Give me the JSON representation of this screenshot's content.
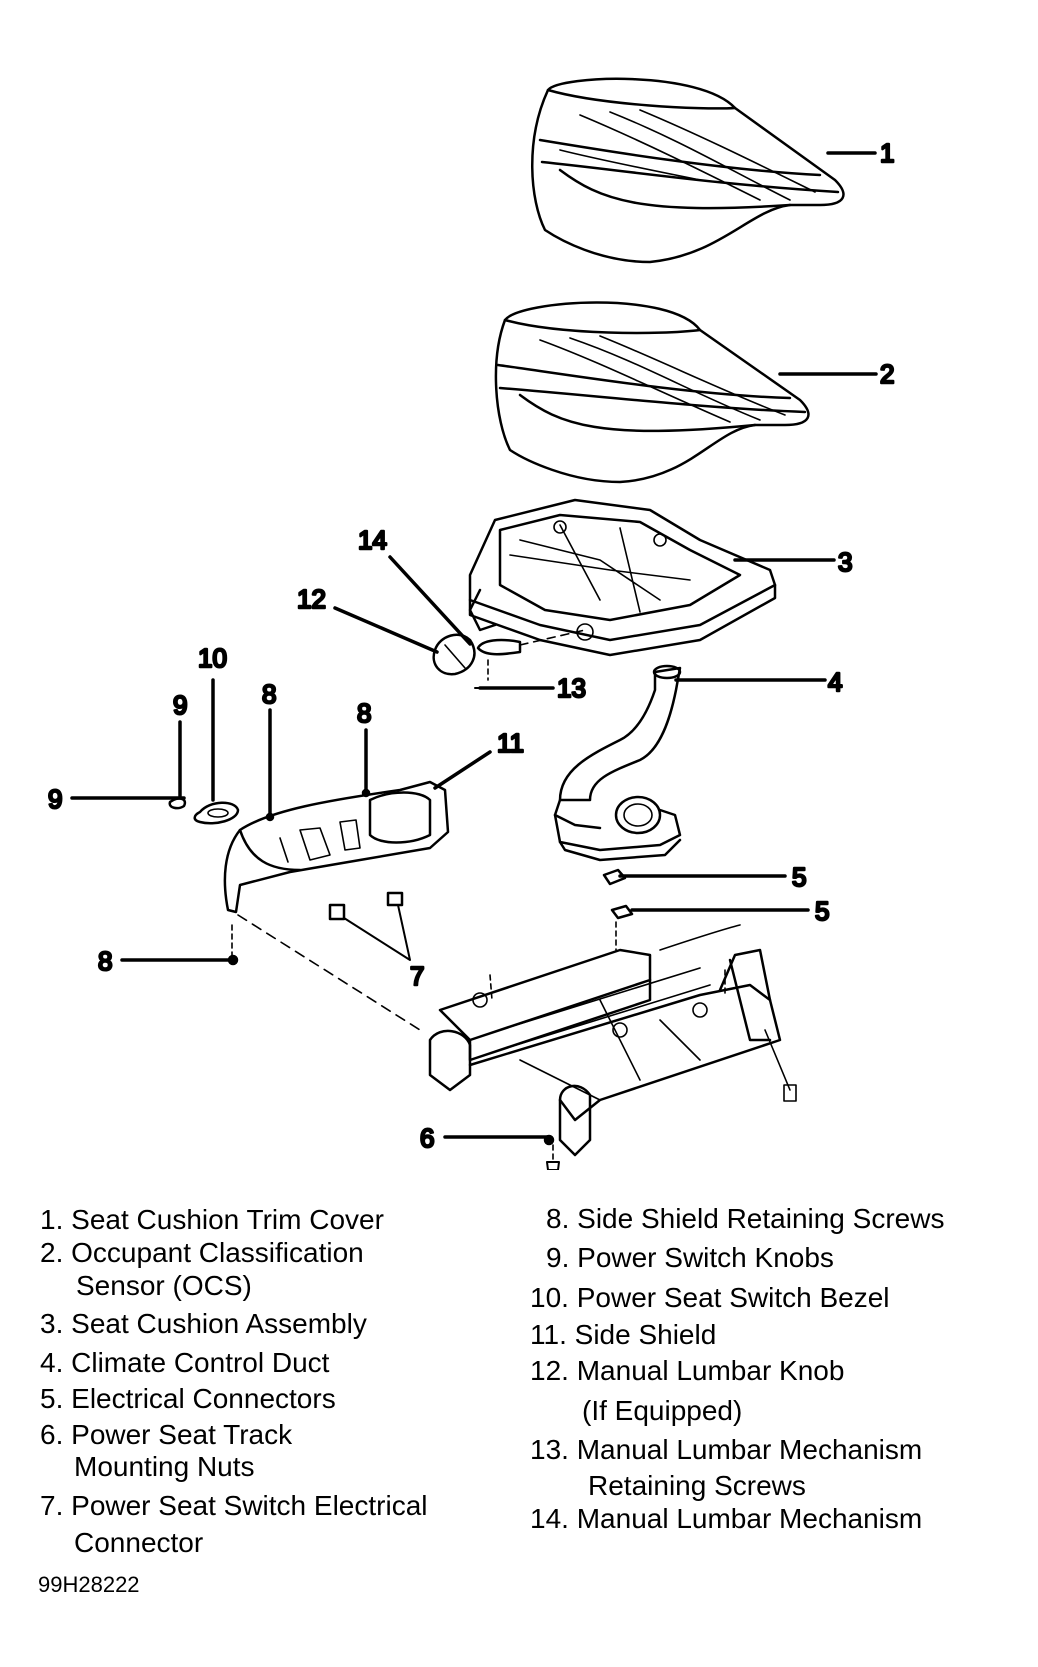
{
  "callouts": {
    "c1": "1",
    "c2": "2",
    "c3": "3",
    "c4": "4",
    "c5a": "5",
    "c5b": "5",
    "c6": "6",
    "c7": "7",
    "c8a": "8",
    "c8b": "8",
    "c8c": "8",
    "c9a": "9",
    "c9b": "9",
    "c10": "10",
    "c11": "11",
    "c12": "12",
    "c13": "13",
    "c14": "14"
  },
  "legend": [
    {
      "num": "1.",
      "text": "Seat Cushion Trim Cover",
      "cont": ""
    },
    {
      "num": "2.",
      "text": "Occupant Classification",
      "cont": "Sensor (OCS)"
    },
    {
      "num": "3.",
      "text": "Seat Cushion Assembly",
      "cont": ""
    },
    {
      "num": "4.",
      "text": "Climate Control Duct",
      "cont": ""
    },
    {
      "num": "5.",
      "text": "Electrical Connectors",
      "cont": ""
    },
    {
      "num": "6.",
      "text": "Power Seat Track",
      "cont": "Mounting Nuts"
    },
    {
      "num": "7.",
      "text": "Power Seat Switch Electrical",
      "cont": "Connector"
    },
    {
      "num": "8.",
      "text": "Side Shield Retaining Screws",
      "cont": ""
    },
    {
      "num": "9.",
      "text": "Power Switch Knobs",
      "cont": ""
    },
    {
      "num": "10.",
      "text": "Power Seat Switch Bezel",
      "cont": ""
    },
    {
      "num": "11.",
      "text": "Side Shield",
      "cont": ""
    },
    {
      "num": "12.",
      "text": "Manual Lumbar Knob",
      "cont": "(If Equipped)"
    },
    {
      "num": "13.",
      "text": "Manual Lumbar Mechanism",
      "cont": "Retaining Screws"
    },
    {
      "num": "14.",
      "text": "Manual Lumbar Mechanism",
      "cont": ""
    }
  ],
  "figure_id": "99H28222"
}
